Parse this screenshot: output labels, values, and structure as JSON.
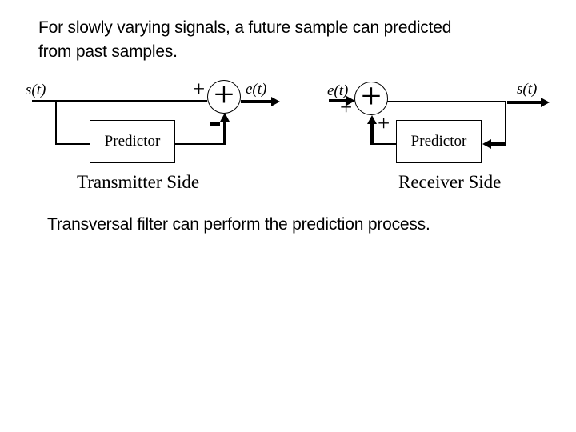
{
  "slide": {
    "title_line1": "For slowly varying signals, a future sample can predicted",
    "title_line2": "from past samples.",
    "footer": "Transversal filter can perform the prediction process."
  },
  "transmitter": {
    "input_signal": "s(t)",
    "output_signal": "e(t)",
    "block_label": "Predictor",
    "caption": "Transmitter Side",
    "sum_symbol": "+",
    "sum_input_sign": "+",
    "sum_feedback_sign": "-"
  },
  "receiver": {
    "input_signal": "e(t)",
    "output_signal": "s(t)",
    "block_label": "Predictor",
    "caption": "Receiver Side",
    "sum_symbol": "+",
    "sum_input_sign": "+",
    "sum_feedback_sign": "+"
  },
  "colors": {
    "ink": "#000000",
    "background": "#ffffff"
  }
}
